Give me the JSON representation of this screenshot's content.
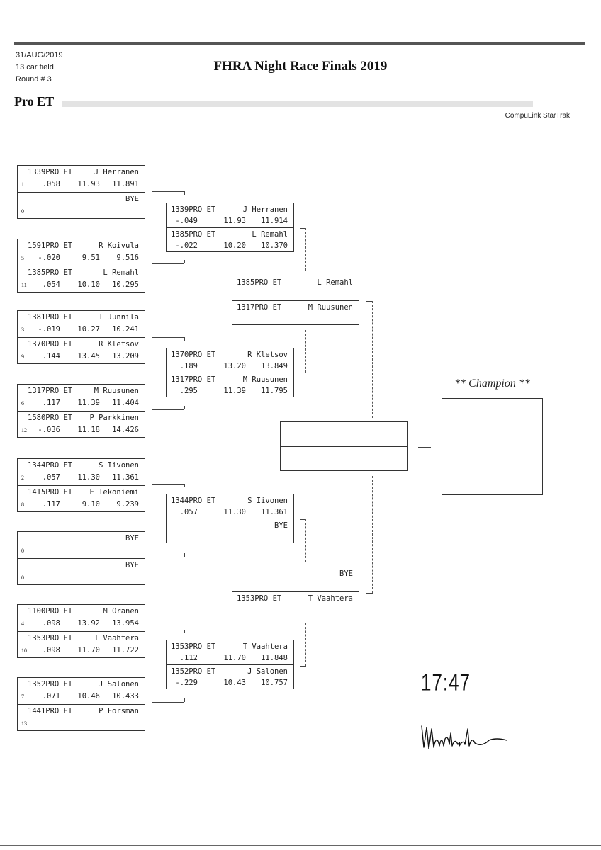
{
  "header": {
    "date": "31/AUG/2019",
    "field": "13 car field",
    "round": "Round # 3",
    "title": "FHRA Night Race Finals 2019",
    "class_name": "Pro ET",
    "software": "CompuLink StarTrak"
  },
  "round1": [
    {
      "top": {
        "car": "1339PRO ET",
        "name": "J Herranen",
        "seed": "1",
        "rt": ".058",
        "dial": "11.93",
        "et": "11.891"
      },
      "bottom": {
        "car": "",
        "name": "BYE",
        "seed": "0",
        "rt": "",
        "dial": "",
        "et": ""
      }
    },
    {
      "top": {
        "car": "1591PRO ET",
        "name": "R Koivula",
        "seed": "5",
        "rt": "-.020",
        "dial": "9.51",
        "et": "9.516"
      },
      "bottom": {
        "car": "1385PRO ET",
        "name": "L Remahl",
        "seed": "11",
        "rt": ".054",
        "dial": "10.10",
        "et": "10.295"
      }
    },
    {
      "top": {
        "car": "1381PRO ET",
        "name": "I Junnila",
        "seed": "3",
        "rt": "-.019",
        "dial": "10.27",
        "et": "10.241"
      },
      "bottom": {
        "car": "1370PRO ET",
        "name": "R Kletsov",
        "seed": "9",
        "rt": ".144",
        "dial": "13.45",
        "et": "13.209"
      }
    },
    {
      "top": {
        "car": "1317PRO ET",
        "name": "M Ruusunen",
        "seed": "6",
        "rt": ".117",
        "dial": "11.39",
        "et": "11.404"
      },
      "bottom": {
        "car": "1580PRO ET",
        "name": "P Parkkinen",
        "seed": "12",
        "rt": "-.036",
        "dial": "11.18",
        "et": "14.426"
      }
    },
    {
      "top": {
        "car": "1344PRO ET",
        "name": "S Iivonen",
        "seed": "2",
        "rt": ".057",
        "dial": "11.30",
        "et": "11.361"
      },
      "bottom": {
        "car": "1415PRO ET",
        "name": "E Tekoniemi",
        "seed": "8",
        "rt": ".117",
        "dial": "9.10",
        "et": "9.239"
      }
    },
    {
      "top": {
        "car": "",
        "name": "BYE",
        "seed": "0",
        "rt": "",
        "dial": "",
        "et": ""
      },
      "bottom": {
        "car": "",
        "name": "BYE",
        "seed": "0",
        "rt": "",
        "dial": "",
        "et": ""
      }
    },
    {
      "top": {
        "car": "1100PRO ET",
        "name": "M Oranen",
        "seed": "4",
        "rt": ".098",
        "dial": "13.92",
        "et": "13.954"
      },
      "bottom": {
        "car": "1353PRO ET",
        "name": "T Vaahtera",
        "seed": "10",
        "rt": ".098",
        "dial": "11.70",
        "et": "11.722"
      }
    },
    {
      "top": {
        "car": "1352PRO ET",
        "name": "J Salonen",
        "seed": "7",
        "rt": ".071",
        "dial": "10.46",
        "et": "10.433"
      },
      "bottom": {
        "car": "1441PRO ET",
        "name": "P Forsman",
        "seed": "13",
        "rt": "",
        "dial": "",
        "et": ""
      }
    }
  ],
  "round2": [
    {
      "top": {
        "car": "1339PRO ET",
        "name": "J Herranen",
        "rt": "-.049",
        "dial": "11.93",
        "et": "11.914"
      },
      "bottom": {
        "car": "1385PRO ET",
        "name": "L Remahl",
        "rt": "-.022",
        "dial": "10.20",
        "et": "10.370"
      }
    },
    {
      "top": {
        "car": "1370PRO ET",
        "name": "R Kletsov",
        "rt": ".189",
        "dial": "13.20",
        "et": "13.849"
      },
      "bottom": {
        "car": "1317PRO ET",
        "name": "M Ruusunen",
        "rt": ".295",
        "dial": "11.39",
        "et": "11.795"
      }
    },
    {
      "top": {
        "car": "1344PRO ET",
        "name": "S Iivonen",
        "rt": ".057",
        "dial": "11.30",
        "et": "11.361"
      },
      "bottom": {
        "car": "",
        "name": "BYE",
        "rt": "",
        "dial": "",
        "et": ""
      }
    },
    {
      "top": {
        "car": "1353PRO ET",
        "name": "T Vaahtera",
        "rt": ".112",
        "dial": "11.70",
        "et": "11.848"
      },
      "bottom": {
        "car": "1352PRO ET",
        "name": "J Salonen",
        "rt": "-.229",
        "dial": "10.43",
        "et": "10.757"
      }
    }
  ],
  "round3": [
    {
      "top": {
        "car": "1385PRO ET",
        "name": "L Remahl"
      },
      "bottom": {
        "car": "1317PRO ET",
        "name": "M Ruusunen"
      }
    },
    {
      "top": {
        "car": "",
        "name": "BYE"
      },
      "bottom": {
        "car": "1353PRO ET",
        "name": "T Vaahtera"
      }
    }
  ],
  "final": {
    "top": "",
    "bottom": ""
  },
  "champion": {
    "label": "** Champion **",
    "name": ""
  },
  "handwritten": {
    "time": "17:47",
    "signature": "signature"
  }
}
